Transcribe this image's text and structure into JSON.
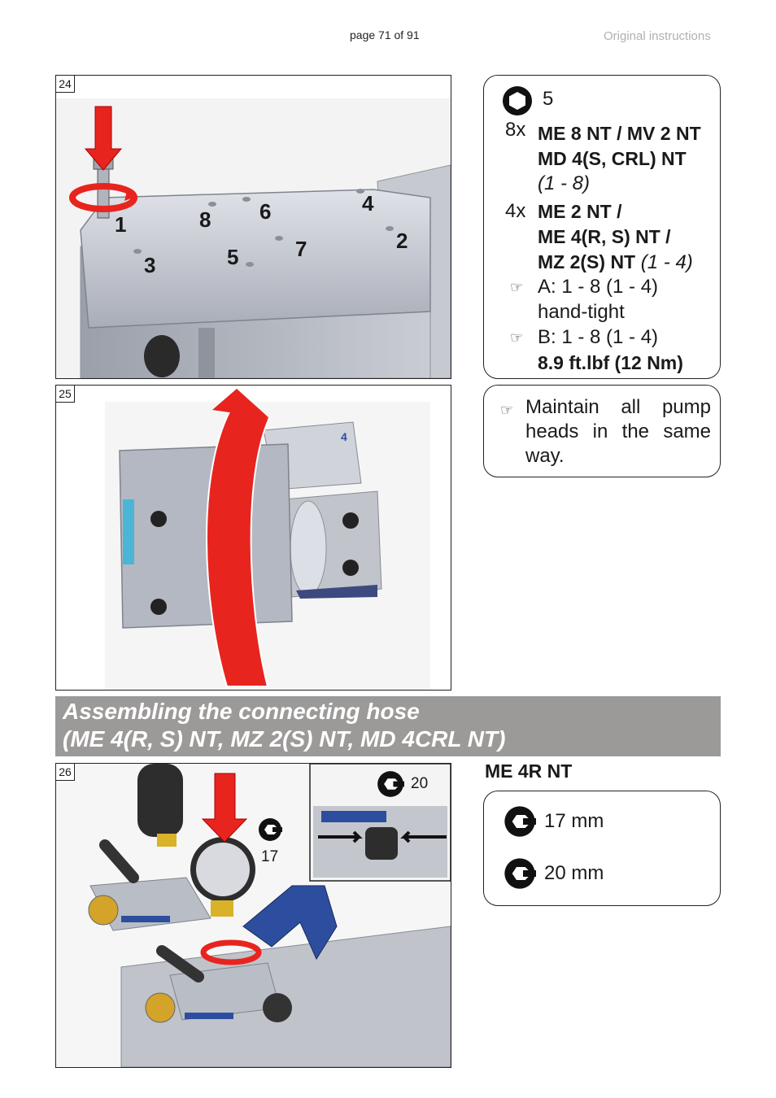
{
  "header": {
    "page_number": "page 71 of 91",
    "original": "Original instructions"
  },
  "figures": {
    "fig24": {
      "number": "24",
      "labels": [
        "1",
        "8",
        "6",
        "4",
        "3",
        "5",
        "7",
        "2"
      ]
    },
    "fig25": {
      "number": "25",
      "badge": "4"
    },
    "fig26": {
      "number": "26",
      "wrench_a": "17",
      "wrench_b": "20"
    }
  },
  "torque_box": {
    "hex_size": "5",
    "group1": {
      "count": "8x",
      "line1": "ME 8 NT / MV 2 NT",
      "line2": "MD 4(S, CRL) NT",
      "range": "(1 - 8)"
    },
    "group2": {
      "count": "4x",
      "line1": "ME 2 NT /",
      "line2": "ME 4(R, S) NT /",
      "line3": "MZ 2(S) NT",
      "range": "(1 - 4)"
    },
    "stepA": {
      "pointer": "☞",
      "text": "A: 1 - 8 (1 - 4)",
      "text2": "hand-tight"
    },
    "stepB": {
      "pointer": "☞",
      "text": "B: 1 - 8 (1 - 4)",
      "torque": "8.9 ft.lbf (12 Nm)"
    }
  },
  "note_box": {
    "pointer": "☞",
    "line1": "Maintain all pump",
    "line2": "heads in the same",
    "line3": "way."
  },
  "section": {
    "title_line1": "Assembling the connecting hose",
    "title_line2": "(ME 4(R, S) NT, MZ 2(S) NT, MD 4CRL NT)"
  },
  "hose_panel": {
    "heading": "ME 4R NT",
    "wrench1": "17 mm",
    "wrench2": "20 mm"
  },
  "colors": {
    "arrow_red": "#e8241f",
    "pump_gray": "#b4b8c2",
    "section_gray": "#9c9a99",
    "handle_blue": "#2d4e9e"
  }
}
